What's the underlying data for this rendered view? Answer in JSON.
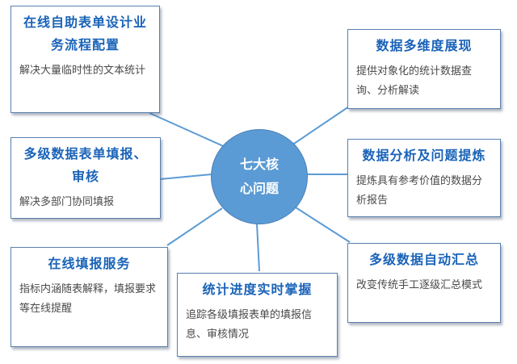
{
  "center": {
    "label": "七大核心问题"
  },
  "nodes": [
    {
      "id": "online-form-design",
      "title": "在线自助表单设计业务流程配置",
      "desc": "解决大量临时性的文本统计"
    },
    {
      "id": "multi-dim-display",
      "title": "数据多维度展现",
      "desc": "提供对象化的统计数据查询、分析解读"
    },
    {
      "id": "multilevel-fill",
      "title": "多级数据表单填报、审核",
      "desc": "解决多部门协同填报"
    },
    {
      "id": "data-analysis",
      "title": "数据分析及问题提炼",
      "desc": "提炼具有参考价值的数据分析报告"
    },
    {
      "id": "online-service",
      "title": "在线填报服务",
      "desc": "指标内涵随表解释，填报要求等在线提醒"
    },
    {
      "id": "progress-tracking",
      "title": "统计进度实时掌握",
      "desc": "追踪各级填报表单的填报信息、审核情况"
    },
    {
      "id": "auto-summary",
      "title": "多级数据自动汇总",
      "desc": "改变传统手工逐级汇总模式"
    }
  ],
  "colors": {
    "hub": "#5b9bd5",
    "title": "#1a63b8",
    "line": "#5b9bd5",
    "border": "#5a7fae"
  }
}
